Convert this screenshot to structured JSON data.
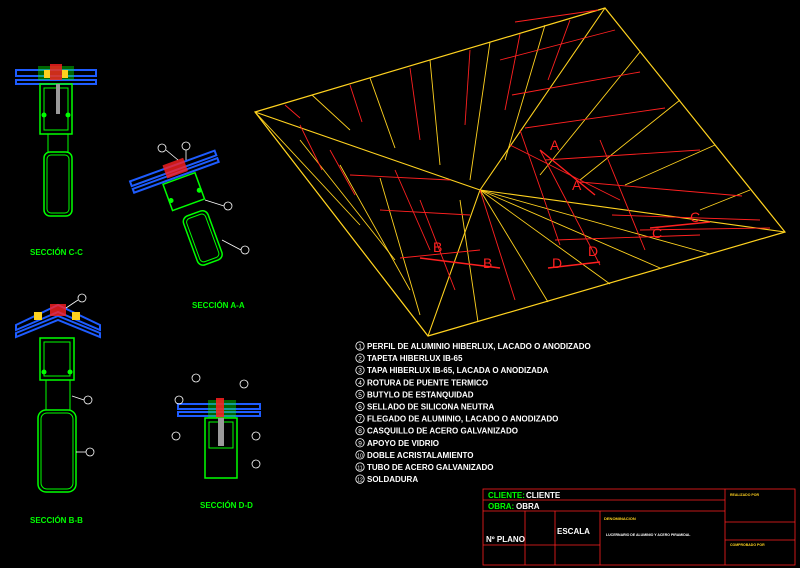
{
  "colors": {
    "background": "#000000",
    "green": "#00ff00",
    "yellow": "#ffd21f",
    "red": "#ff2020",
    "white": "#ffffff",
    "blue": "#1e5cff",
    "grey_fill": "#9a9a9a"
  },
  "sections": {
    "cc": "SECCIÓN C-C",
    "aa": "SECCIÓN A-A",
    "bb": "SECCIÓN B-B",
    "dd": "SECCIÓN D-D"
  },
  "cut_letters": {
    "a1": "A",
    "a2": "A",
    "b1": "B",
    "b2": "B",
    "c1": "C",
    "c2": "C",
    "d1": "D",
    "d2": "D"
  },
  "legend": [
    {
      "num": "1",
      "text": "PERFIL DE ALUMINIO HIBERLUX, LACADO O ANODIZADO"
    },
    {
      "num": "2",
      "text": "TAPETA HIBERLUX IB-65"
    },
    {
      "num": "3",
      "text": "TAPA HIBERLUX IB-65, LACADA O ANODIZADA"
    },
    {
      "num": "4",
      "text": "ROTURA DE PUENTE TERMICO"
    },
    {
      "num": "5",
      "text": "BUTYLO DE ESTANQUIDAD"
    },
    {
      "num": "6",
      "text": "SELLADO DE SILICONA NEUTRA"
    },
    {
      "num": "7",
      "text": "FLEGADO DE ALUMINIO, LACADO O ANODIZADO"
    },
    {
      "num": "8",
      "text": "CASQUILLO DE ACERO GALVANIZADO"
    },
    {
      "num": "9",
      "text": "APOYO DE VIDRIO"
    },
    {
      "num": "10",
      "text": "DOBLE ACRISTALAMIENTO"
    },
    {
      "num": "11",
      "text": "TUBO DE ACERO GALVANIZADO"
    },
    {
      "num": "12",
      "text": "SOLDADURA"
    }
  ],
  "title_block": {
    "cliente_label": "CLIENTE:",
    "cliente_value": "CLIENTE",
    "obra_label": "OBRA:",
    "obra_value": "OBRA",
    "escala": "ESCALA",
    "nplano": "Nº PLANO",
    "denominacion": "DENOMINACION",
    "descripcion": "LUCERNARIO DE ALUMINIO Y ACERO PIRAMIDAL",
    "realizado_por": "REALIZADO POR",
    "comprobado_por": "COMPROBADO POR"
  }
}
